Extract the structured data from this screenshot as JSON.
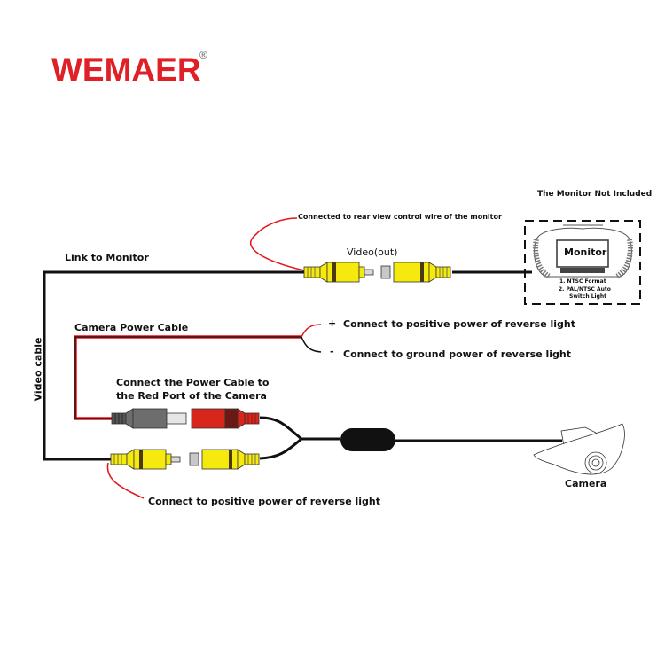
{
  "brand": {
    "name": "WEMAER",
    "registered_mark": "®",
    "color": "#e02027",
    "accent_triangle_color": "#1e3a8a"
  },
  "labels": {
    "link_to_monitor": "Link to Monitor",
    "video_cable": "Video cable",
    "camera_power_cable": "Camera Power Cable",
    "connect_power_cable_line1": "Connect the Power Cable to",
    "connect_power_cable_line2": "the Red Port of the Camera",
    "video_out": "Video(out)",
    "rear_view_control": "Connected to rear view control wire of the monitor",
    "positive_power": "Connect to positive power of reverse light",
    "ground_power": "Connect to ground power of reverse light",
    "positive_sign": "+",
    "negative_sign": "-",
    "bottom_positive_power": "Connect to positive power of reverse light",
    "camera": "Camera"
  },
  "monitor": {
    "title": "The Monitor Not Included",
    "screen_label": "Monitor",
    "features": [
      "1. NTSC Format",
      "2. PAL/NTSC Auto",
      "Switch Light"
    ]
  },
  "colors": {
    "wire_black": "#111111",
    "wire_red": "#e3161b",
    "rca_yellow": "#f5e90e",
    "rca_red": "#d9261c",
    "rca_gray": "#6d6d6d",
    "band_dark": "#4a3a10"
  }
}
